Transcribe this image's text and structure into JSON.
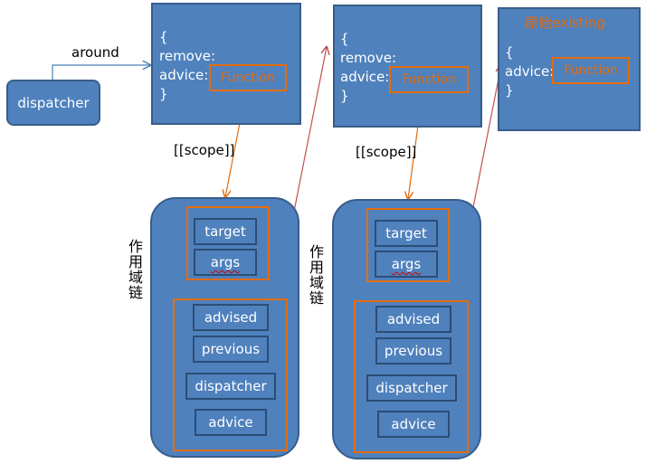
{
  "dispatcher_box": {
    "label": "dispatcher"
  },
  "around_label": "around",
  "advice_objects": [
    {
      "lines": [
        "{",
        "remove:",
        "advice:",
        "}"
      ],
      "function_label": "Function"
    },
    {
      "lines": [
        "{",
        "remove:",
        "advice:",
        "}"
      ],
      "function_label": "Function"
    },
    {
      "title": "原始existing",
      "lines": [
        "{",
        "advice:",
        "}"
      ],
      "function_label": "Function"
    }
  ],
  "scope_labels": [
    "[[scope]]",
    "[[scope]]"
  ],
  "scope_chain_label": "作用域链",
  "scope_chains": [
    {
      "top_items": [
        "target",
        "args"
      ],
      "bottom_items": [
        "advised",
        "previous",
        "dispatcher",
        "advice"
      ]
    },
    {
      "top_items": [
        "target",
        "args"
      ],
      "bottom_items": [
        "advised",
        "previous",
        "dispatcher",
        "advice"
      ]
    }
  ],
  "colors": {
    "box_fill": "#4f81bd",
    "box_border": "#385d8a",
    "highlight": "#e46c0a",
    "arrow_blue": "#4a7ebb",
    "arrow_red": "#c0504d"
  }
}
